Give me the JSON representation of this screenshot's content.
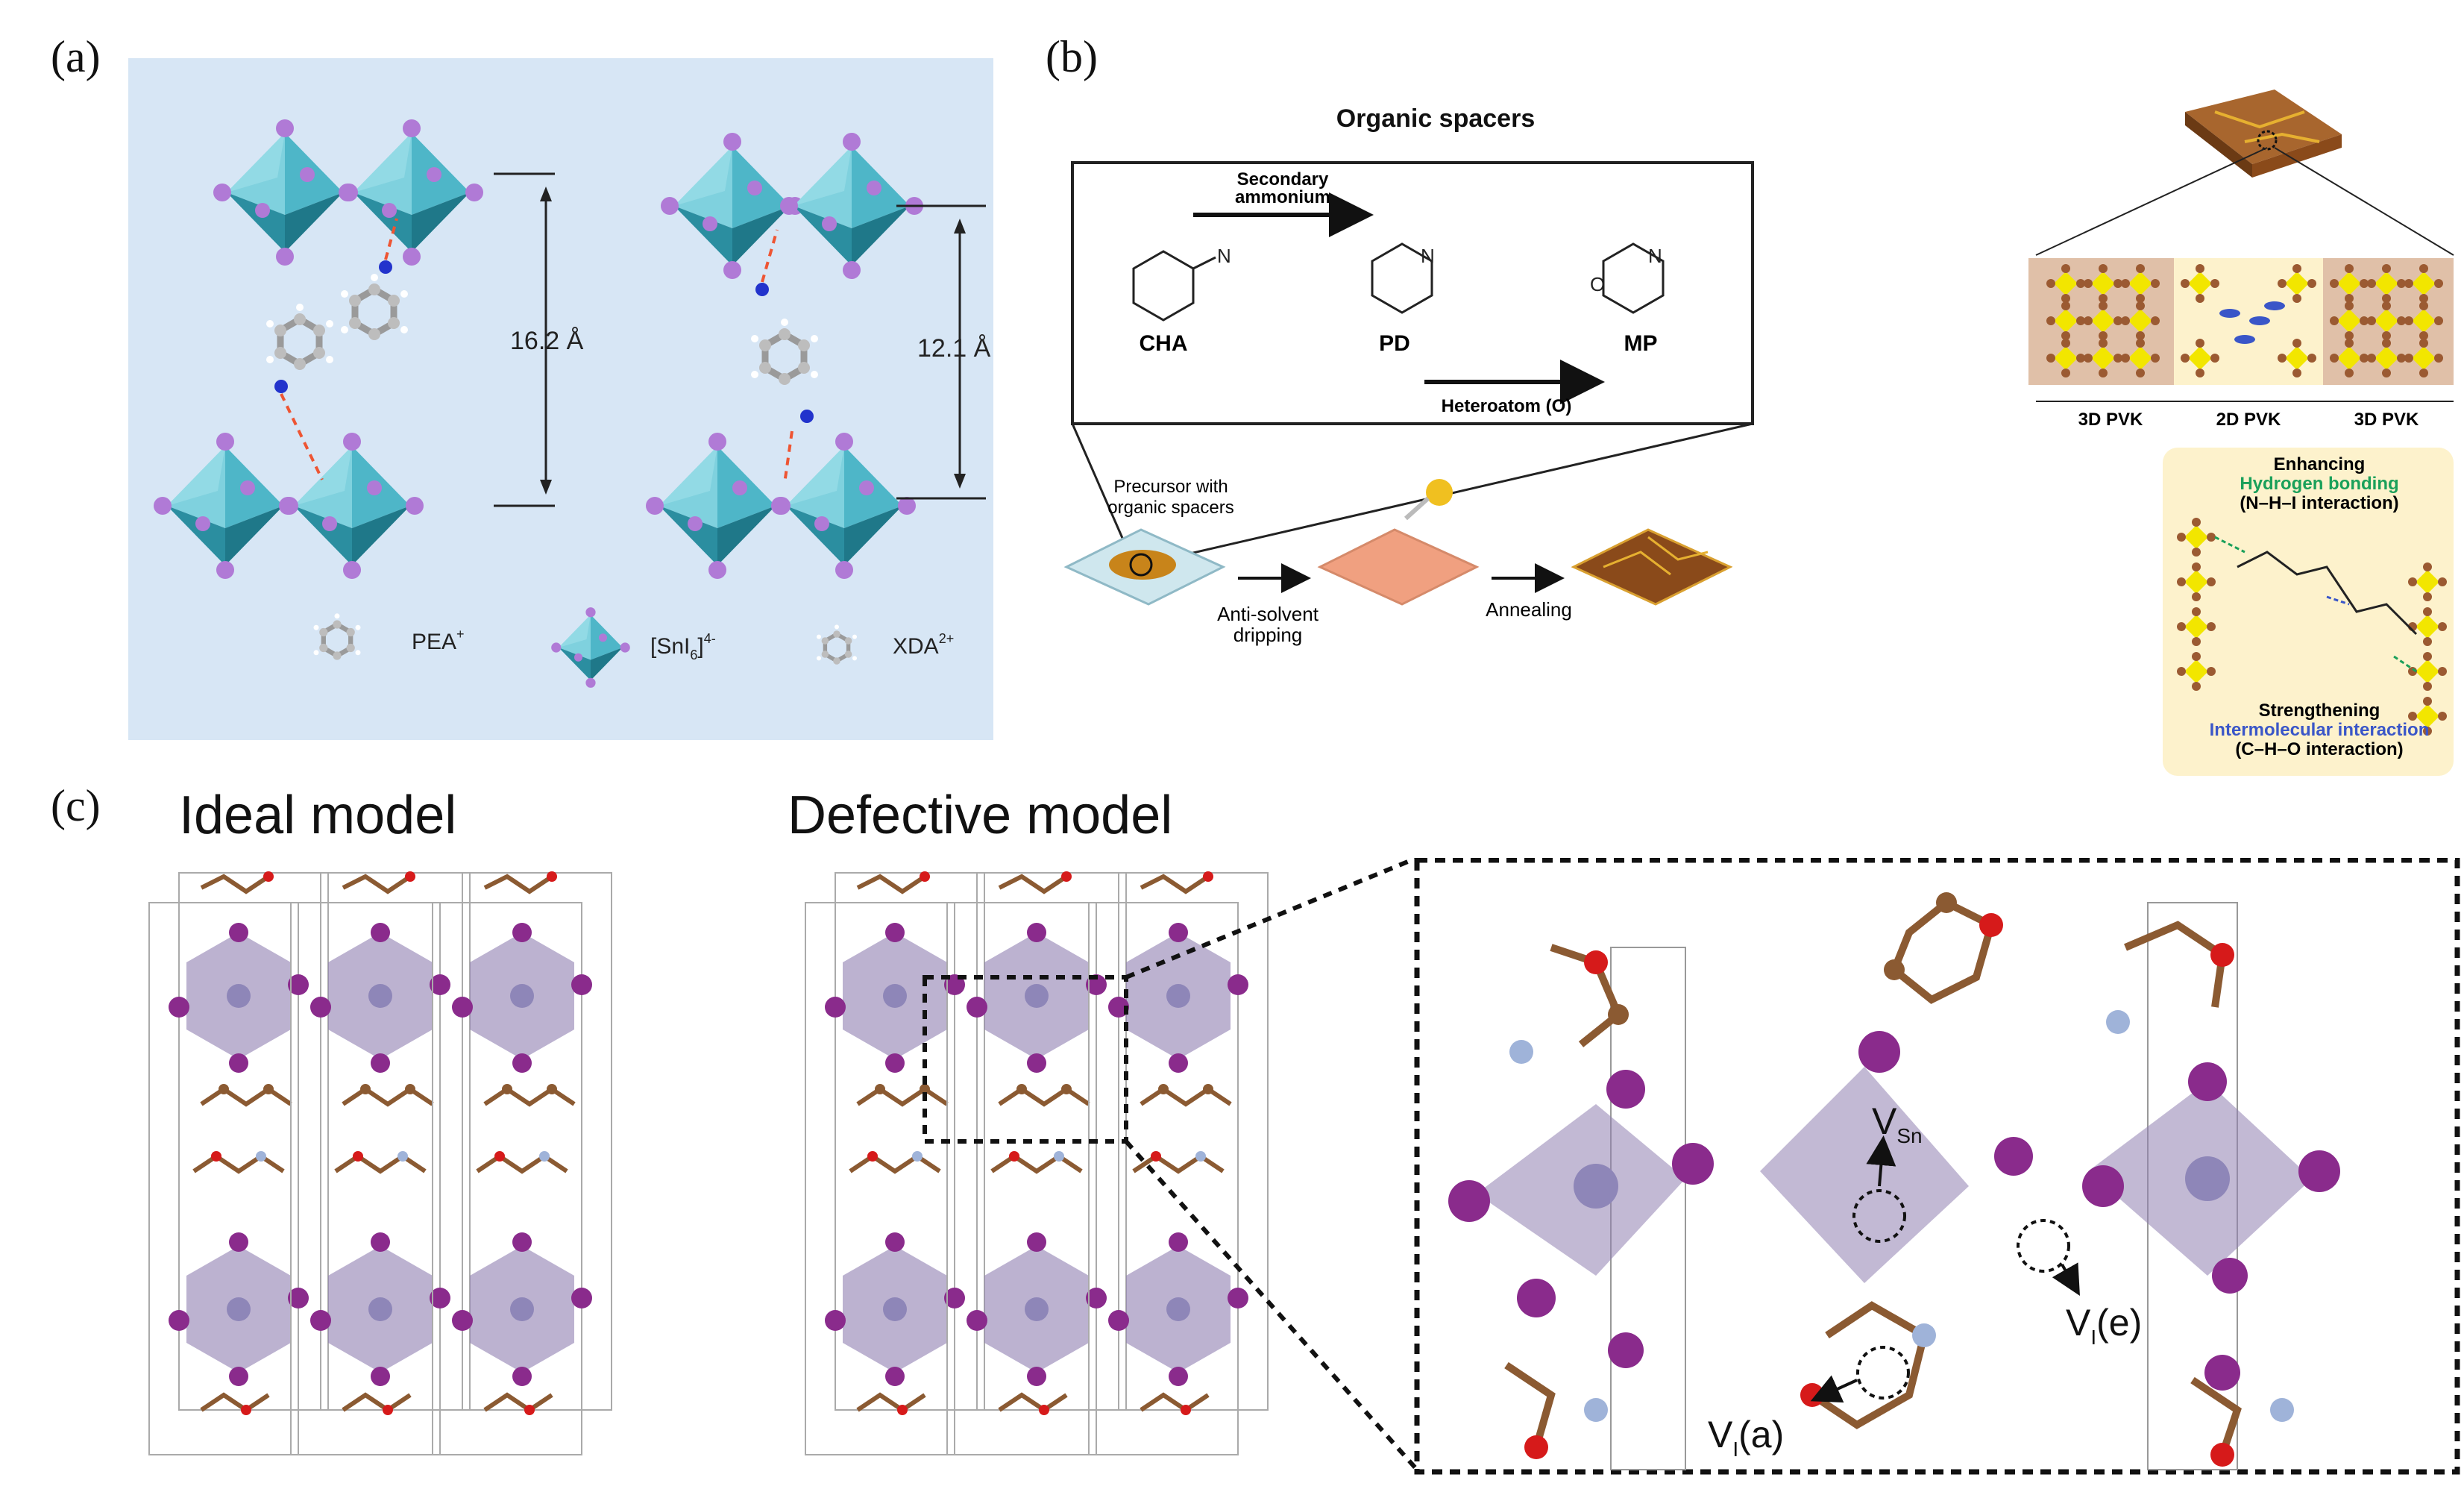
{
  "panels": {
    "a": {
      "label": "(a)",
      "distance_left": "16.2 Å",
      "distance_right": "12.1 Å",
      "legend": {
        "pea": "PEA",
        "pea_sup": "+",
        "sni6": "[SnI",
        "sni6_sub": "6",
        "sni6_tail": "]",
        "sni6_sup": "4-",
        "xda": "XDA",
        "xda_sup": "2+"
      }
    },
    "b": {
      "label": "(b)",
      "title": "Organic spacers",
      "arrow_top": [
        "Secondary",
        "ammonium"
      ],
      "arrow_bottom": "Heteroatom (O)",
      "molecules": [
        "CHA",
        "PD",
        "MP"
      ],
      "precursor": [
        "Precursor with",
        "organic spacers"
      ],
      "anti_solvent": [
        "Anti-solvent",
        "dripping"
      ],
      "annealing": "Annealing",
      "pvk_labels": [
        "3D PVK",
        "2D PVK",
        "3D PVK"
      ],
      "enhancing": "Enhancing",
      "hbond": "Hydrogen bonding",
      "nhi": "(N–H–I interaction)",
      "strengthening": "Strengthening",
      "intermolecular": "Intermolecular interaction",
      "cho": "(C–H–O interaction)"
    },
    "c": {
      "label": "(c)",
      "ideal": "Ideal model",
      "defective": "Defective model",
      "vsn": "V",
      "vsn_sub": "Sn",
      "vie": "V",
      "vie_sub": "I",
      "vie_tail": "(e)",
      "via": "V",
      "via_sub": "I",
      "via_tail": "(a)"
    }
  },
  "colors": {
    "panel_a_bg": "#d7e6f5",
    "octahedron": "#3fb4c6",
    "iodine": "#b07ad6",
    "pvk_yellow": "#f2e600",
    "pvk_brown": "#9b5a32",
    "highlight_box": "#fdf2cc",
    "hbond_green": "#1aa05a",
    "inter_blue": "#3a56c8",
    "oct_purple": "#8f7fb0",
    "atom_I": "#8a2b8c",
    "atom_C": "#8b5a32",
    "atom_O": "#d61a1a",
    "atom_N": "#9fb3d9"
  }
}
